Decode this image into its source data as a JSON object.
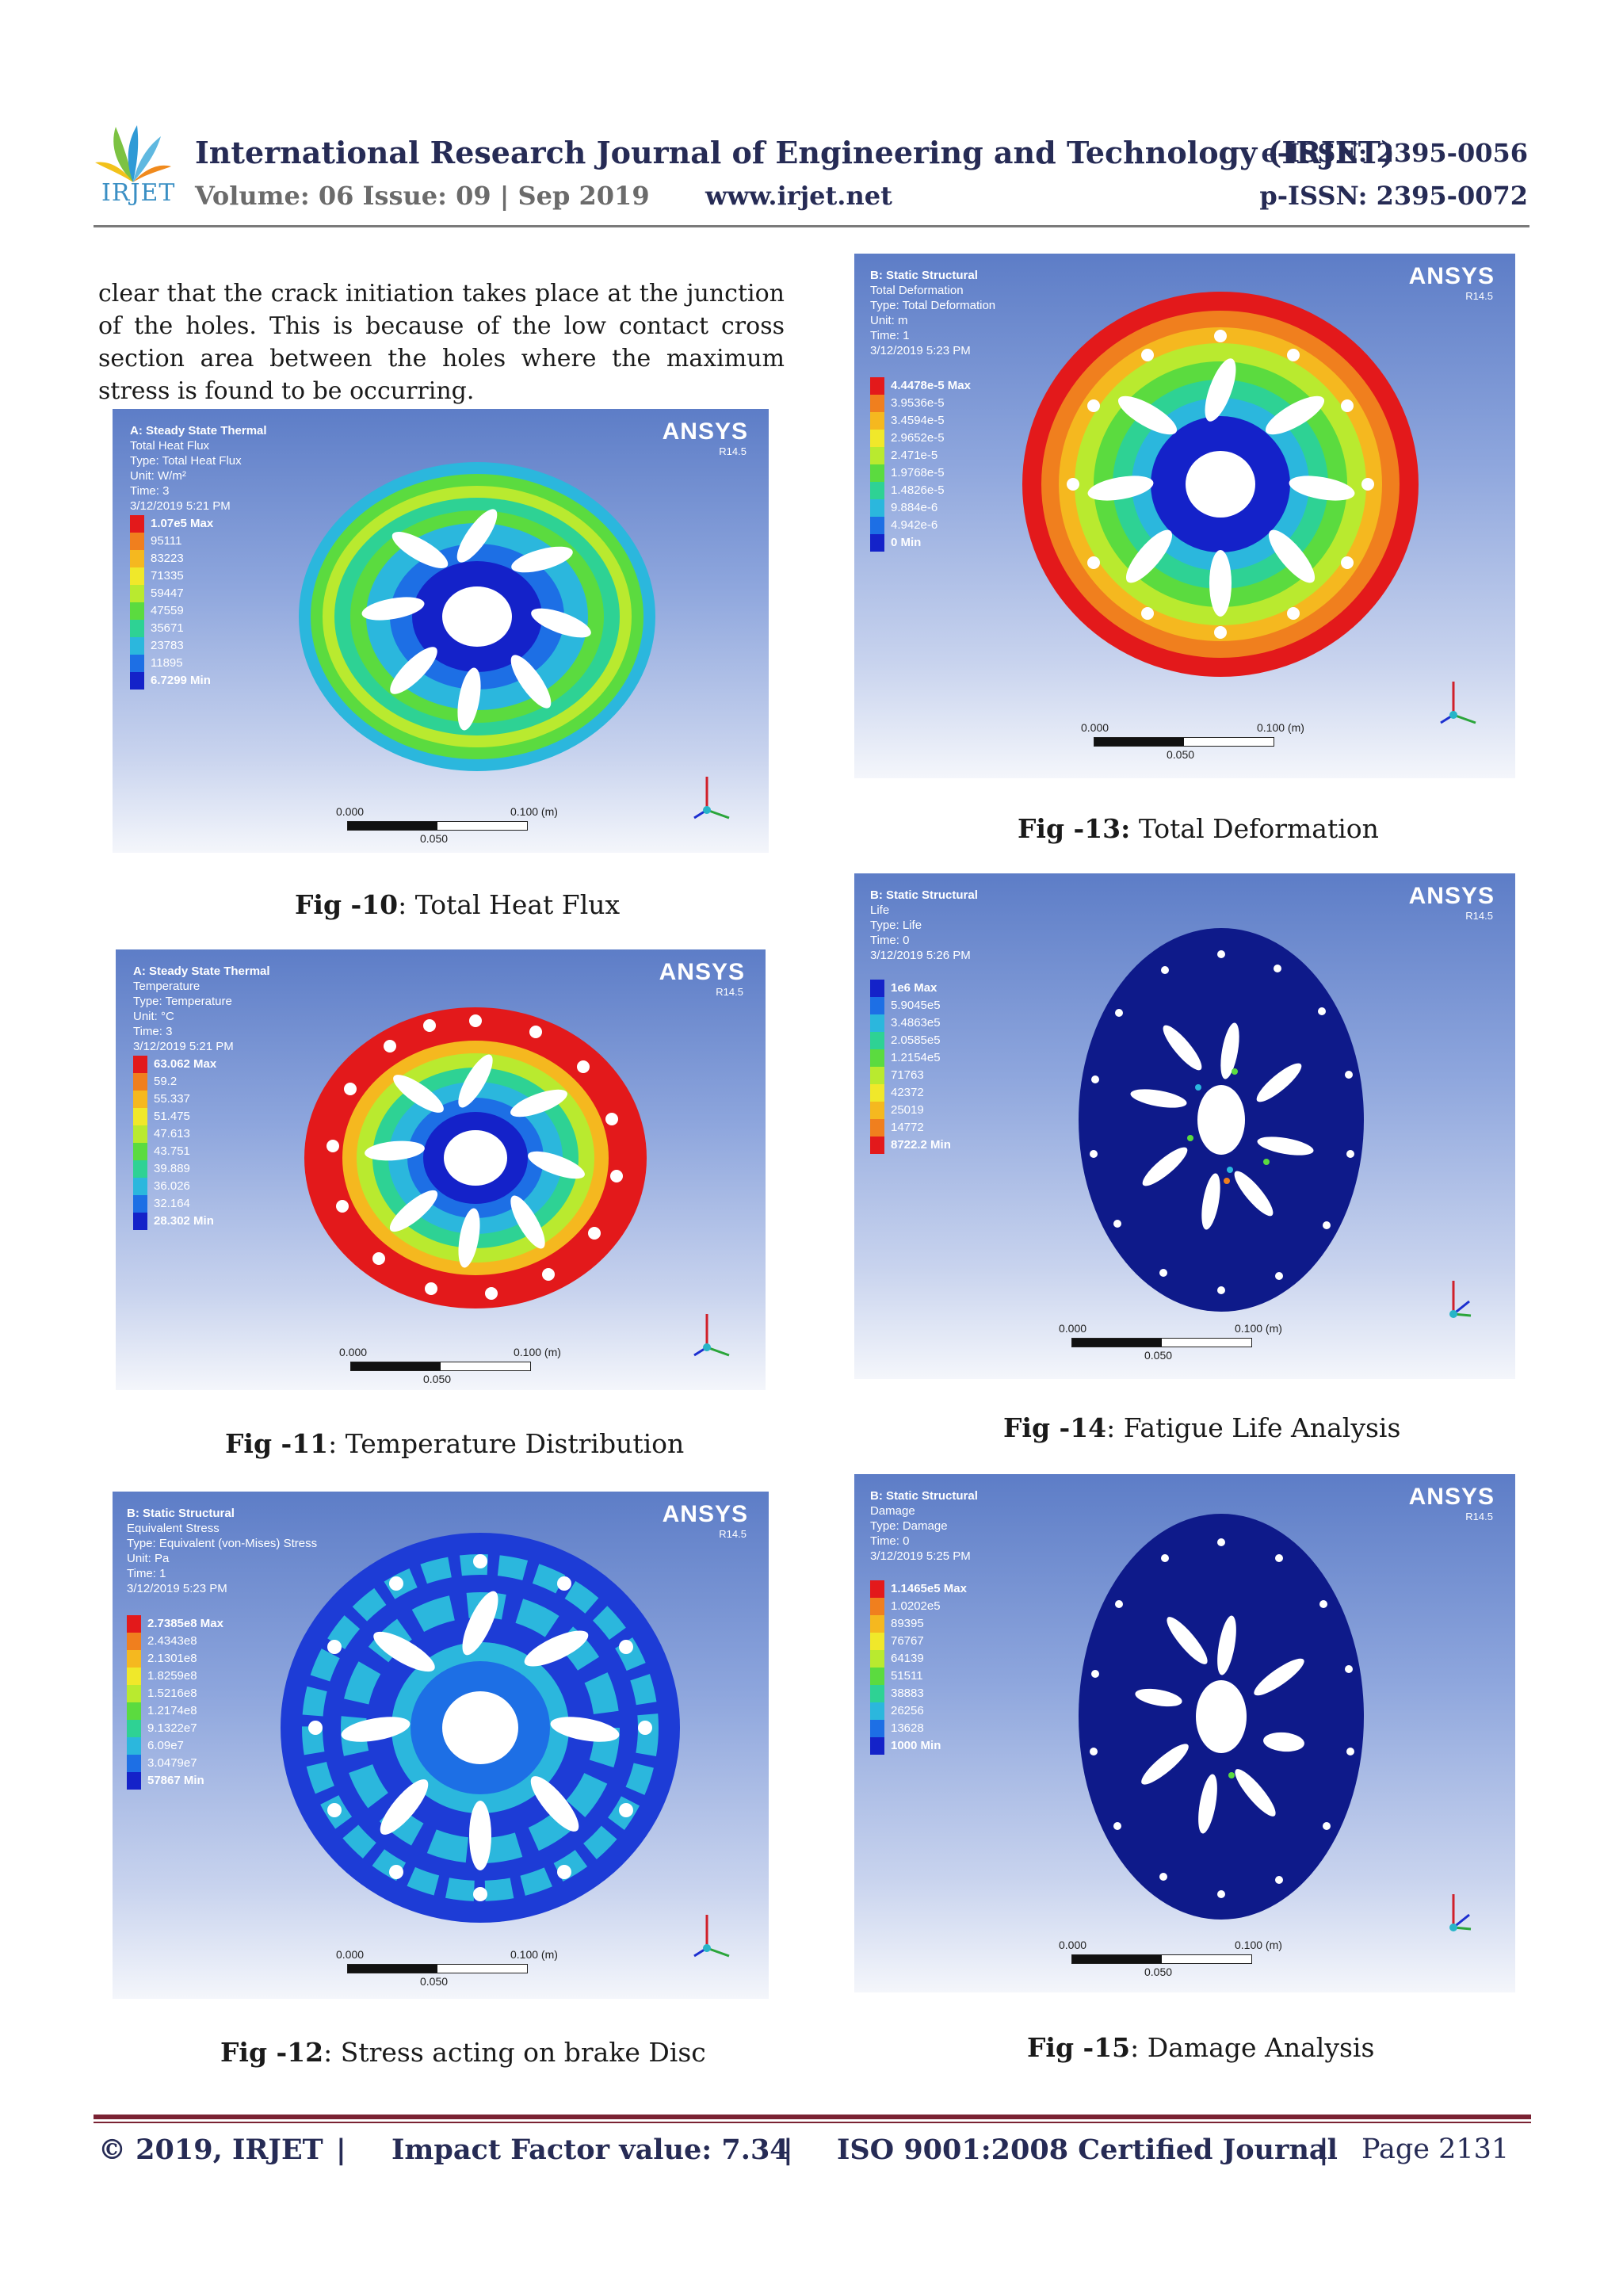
{
  "header": {
    "logo_text": "IRJET",
    "journal_title": "International Research Journal of Engineering and Technology (IRJET)",
    "volume": "Volume: 06 Issue: 09 | Sep 2019",
    "website": "www.irjet.net",
    "e_issn": "e-ISSN: 2395-0056",
    "p_issn": "p-ISSN: 2395-0072"
  },
  "body_text": "clear that the crack initiation takes place at the junction of the holes. This is because of the low contact cross section area between the holes where the maximum stress is found to be occurring.",
  "figures": {
    "fig10": {
      "ansys": "ANSYS",
      "release": "R14.5",
      "panel": [
        "A: Steady State Thermal",
        "Total Heat Flux",
        "Type: Total Heat Flux",
        "Unit: W/m²",
        "Time: 3",
        "3/12/2019 5:21 PM"
      ],
      "legend": [
        "1.07e5 Max",
        "95111",
        "83223",
        "71335",
        "59447",
        "47559",
        "35671",
        "23783",
        "11895",
        "6.7299 Min"
      ],
      "scale": {
        "left": "0.000",
        "right": "0.100 (m)",
        "mid": "0.050"
      },
      "caption_label": "Fig -10",
      "caption_text": ": Total Heat Flux"
    },
    "fig11": {
      "ansys": "ANSYS",
      "release": "R14.5",
      "panel": [
        "A: Steady State Thermal",
        "Temperature",
        "Type: Temperature",
        "Unit: °C",
        "Time: 3",
        "3/12/2019 5:21 PM"
      ],
      "legend": [
        "63.062 Max",
        "59.2",
        "55.337",
        "51.475",
        "47.613",
        "43.751",
        "39.889",
        "36.026",
        "32.164",
        "28.302 Min"
      ],
      "scale": {
        "left": "0.000",
        "right": "0.100 (m)",
        "mid": "0.050"
      },
      "caption_label": "Fig -11",
      "caption_text": ": Temperature Distribution"
    },
    "fig12": {
      "ansys": "ANSYS",
      "release": "R14.5",
      "panel": [
        "B: Static Structural",
        "Equivalent Stress",
        "Type: Equivalent (von-Mises) Stress",
        "Unit: Pa",
        "Time: 1",
        "3/12/2019 5:23 PM"
      ],
      "legend": [
        "2.7385e8 Max",
        "2.4343e8",
        "2.1301e8",
        "1.8259e8",
        "1.5216e8",
        "1.2174e8",
        "9.1322e7",
        "6.09e7",
        "3.0479e7",
        "57867 Min"
      ],
      "scale": {
        "left": "0.000",
        "right": "0.100 (m)",
        "mid": "0.050"
      },
      "caption_label": "Fig -12",
      "caption_text": ": Stress acting on brake Disc"
    },
    "fig13": {
      "ansys": "ANSYS",
      "release": "R14.5",
      "panel": [
        "B: Static Structural",
        "Total Deformation",
        "Type: Total Deformation",
        "Unit: m",
        "Time: 1",
        "3/12/2019 5:23 PM"
      ],
      "legend": [
        "4.4478e-5 Max",
        "3.9536e-5",
        "3.4594e-5",
        "2.9652e-5",
        "2.471e-5",
        "1.9768e-5",
        "1.4826e-5",
        "9.884e-6",
        "4.942e-6",
        "0 Min"
      ],
      "scale": {
        "left": "0.000",
        "right": "0.100 (m)",
        "mid": "0.050"
      },
      "caption_label": "Fig -13:",
      "caption_text": " Total Deformation"
    },
    "fig14": {
      "ansys": "ANSYS",
      "release": "R14.5",
      "panel": [
        "B: Static Structural",
        "Life",
        "Type: Life",
        "Time: 0",
        "3/12/2019 5:26 PM"
      ],
      "legend": [
        "1e6 Max",
        "5.9045e5",
        "3.4863e5",
        "2.0585e5",
        "1.2154e5",
        "71763",
        "42372",
        "25019",
        "14772",
        "8722.2 Min"
      ],
      "scale": {
        "left": "0.000",
        "right": "0.100 (m)",
        "mid": "0.050"
      },
      "caption_label": "Fig -14",
      "caption_text": ": Fatigue Life Analysis"
    },
    "fig15": {
      "ansys": "ANSYS",
      "release": "R14.5",
      "panel": [
        "B: Static Structural",
        "Damage",
        "Type: Damage",
        "Time: 0",
        "3/12/2019 5:25 PM"
      ],
      "legend": [
        "1.1465e5 Max",
        "1.0202e5",
        "89395",
        "76767",
        "64139",
        "51511",
        "38883",
        "26256",
        "13628",
        "1000 Min"
      ],
      "scale": {
        "left": "0.000",
        "right": "0.100 (m)",
        "mid": "0.050"
      },
      "caption_label": "Fig -15",
      "caption_text": ": Damage Analysis"
    }
  },
  "legend_colors": [
    "#e3191b",
    "#f07f1e",
    "#f5b81f",
    "#f0e82a",
    "#b9ea2f",
    "#5bdb3f",
    "#2ed294",
    "#2bb7dd",
    "#1d6fe5",
    "#1422c9"
  ],
  "life_legend_colors": [
    "#1422c9",
    "#1d6fe5",
    "#2bb7dd",
    "#2ed294",
    "#5bdb3f",
    "#b9ea2f",
    "#f0e82a",
    "#f5b81f",
    "#f07f1e",
    "#e3191b"
  ],
  "footer": {
    "copyright": "© 2019, IRJET",
    "sep": "|",
    "impact": "Impact Factor value: 7.34",
    "iso": "ISO 9001:2008 Certified Journal",
    "page": "Page 2131"
  }
}
